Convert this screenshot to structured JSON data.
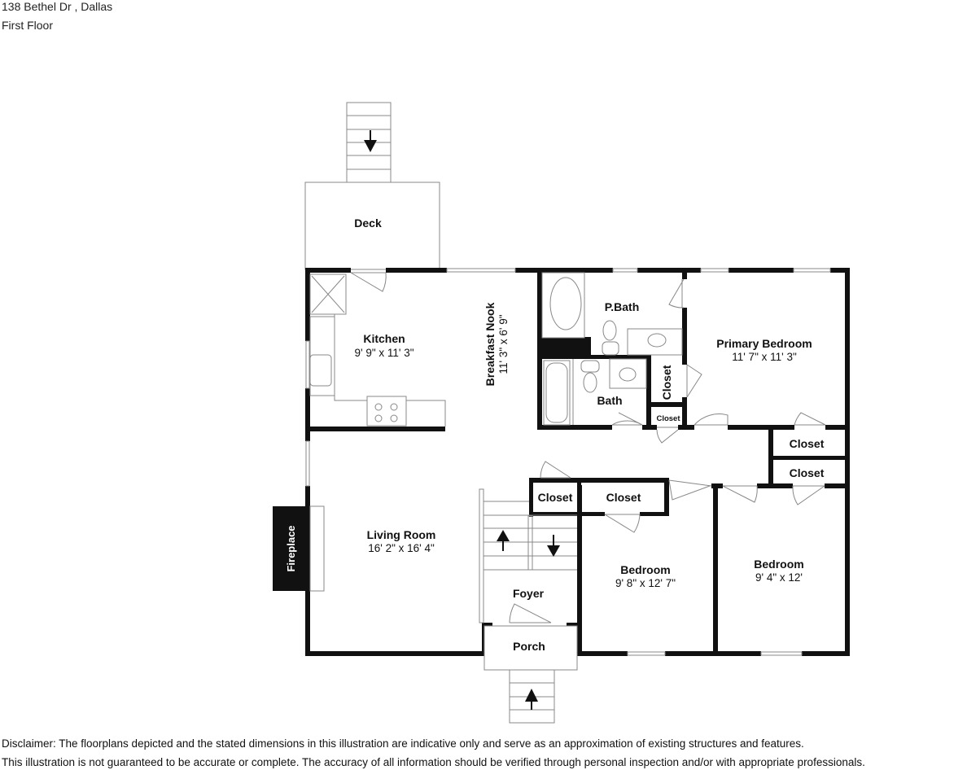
{
  "header": {
    "address": "138 Bethel Dr , Dallas",
    "floor": "First Floor"
  },
  "rooms": {
    "deck": {
      "name": "Deck"
    },
    "kitchen": {
      "name": "Kitchen",
      "dims": "9' 9\" x 11' 3\""
    },
    "breakfast_nook": {
      "name": "Breakfast Nook",
      "dims": "11' 3\" x 6' 9\""
    },
    "p_bath": {
      "name": "P.Bath"
    },
    "bath": {
      "name": "Bath"
    },
    "primary_bedroom": {
      "name": "Primary Bedroom",
      "dims": "11' 7\" x 11' 3\""
    },
    "closet_primary_vertical": {
      "name": "Closet"
    },
    "closet_small": {
      "name": "Closet"
    },
    "closet_hall_1": {
      "name": "Closet"
    },
    "closet_hall_2": {
      "name": "Closet"
    },
    "closet_foyer": {
      "name": "Closet"
    },
    "closet_bedroom": {
      "name": "Closet"
    },
    "living_room": {
      "name": "Living Room",
      "dims": "16' 2\" x 16' 4\""
    },
    "fireplace": {
      "name": "Fireplace"
    },
    "foyer": {
      "name": "Foyer"
    },
    "porch": {
      "name": "Porch"
    },
    "bedroom_1": {
      "name": "Bedroom",
      "dims": "9' 8\" x 12' 7\""
    },
    "bedroom_2": {
      "name": "Bedroom",
      "dims": "9' 4\" x 12'"
    }
  },
  "disclaimer": {
    "line1": "Disclaimer: The floorplans depicted and the stated dimensions in this illustration are indicative only and serve as an approximation of existing structures and features.",
    "line2": "This illustration is not guaranteed to be accurate or complete. The accuracy of all information should be verified through personal inspection and/or with appropriate professionals."
  }
}
